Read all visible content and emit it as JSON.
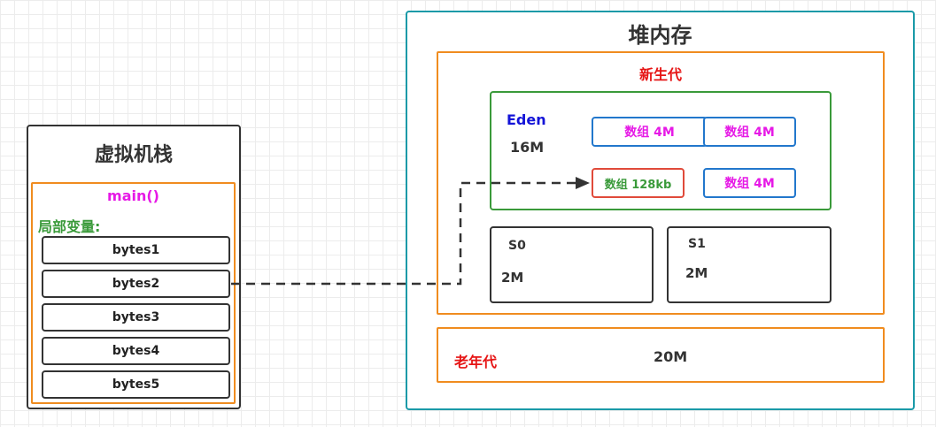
{
  "stack": {
    "title": "虚拟机栈",
    "frame": "main()",
    "locals_label": "局部变量:",
    "vars": [
      "bytes1",
      "bytes2",
      "bytes3",
      "bytes4",
      "bytes5"
    ]
  },
  "heap": {
    "title": "堆内存",
    "young": {
      "label": "新生代",
      "eden": {
        "label": "Eden",
        "size": "16M",
        "arrays": [
          "数组 4M",
          "数组 4M",
          "数组 128kb",
          "数组 4M"
        ]
      },
      "s0": {
        "label": "S0",
        "size": "2M"
      },
      "s1": {
        "label": "S1",
        "size": "2M"
      }
    },
    "old": {
      "label": "老年代",
      "size": "20M"
    }
  },
  "colors": {
    "orange_border": "#f08c1f",
    "teal_border": "#1a9aa8",
    "green_border": "#3a9a3a",
    "blue_border": "#2277cc",
    "red_text": "#e61414",
    "magenta_text": "#e619e6",
    "blue_text": "#1414d8"
  },
  "icons": {
    "reference_arrow": "dashed-arrow-right"
  }
}
